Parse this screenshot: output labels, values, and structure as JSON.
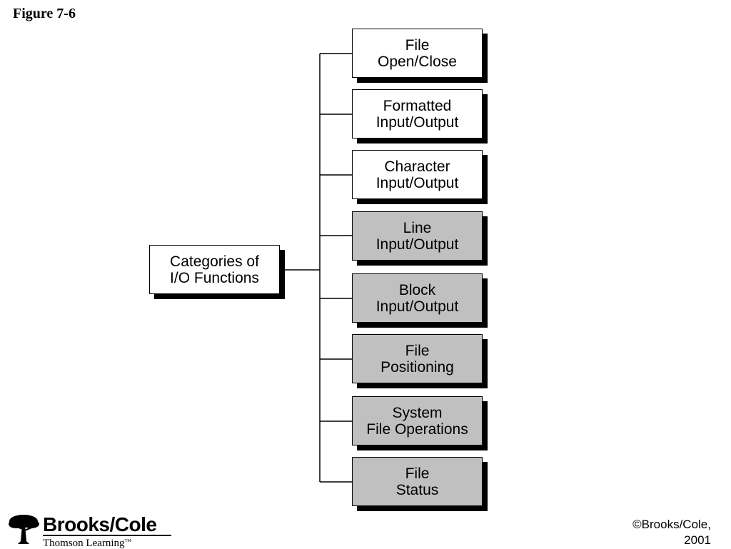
{
  "figure_label": "Figure 7-6",
  "root": {
    "lines": [
      "Categories of",
      "I/O Functions"
    ],
    "fill": "#ffffff"
  },
  "categories": [
    {
      "lines": [
        "File",
        "Open/Close"
      ],
      "fill": "#ffffff"
    },
    {
      "lines": [
        "Formatted",
        "Input/Output"
      ],
      "fill": "#ffffff"
    },
    {
      "lines": [
        "Character",
        "Input/Output"
      ],
      "fill": "#ffffff"
    },
    {
      "lines": [
        "Line",
        "Input/Output"
      ],
      "fill": "#c0c0c0"
    },
    {
      "lines": [
        "Block",
        "Input/Output"
      ],
      "fill": "#c0c0c0"
    },
    {
      "lines": [
        "File",
        "Positioning"
      ],
      "fill": "#c0c0c0"
    },
    {
      "lines": [
        "System",
        "File Operations"
      ],
      "fill": "#c0c0c0"
    },
    {
      "lines": [
        "File",
        "Status"
      ],
      "fill": "#c0c0c0"
    }
  ],
  "footer": {
    "logo_name": "Brooks/Cole",
    "logo_sub": "Thomson Learning",
    "logo_tm": "TM",
    "logo_icon": "tree-icon",
    "copyright_lines": [
      "©Brooks/Cole,",
      "2001"
    ]
  }
}
